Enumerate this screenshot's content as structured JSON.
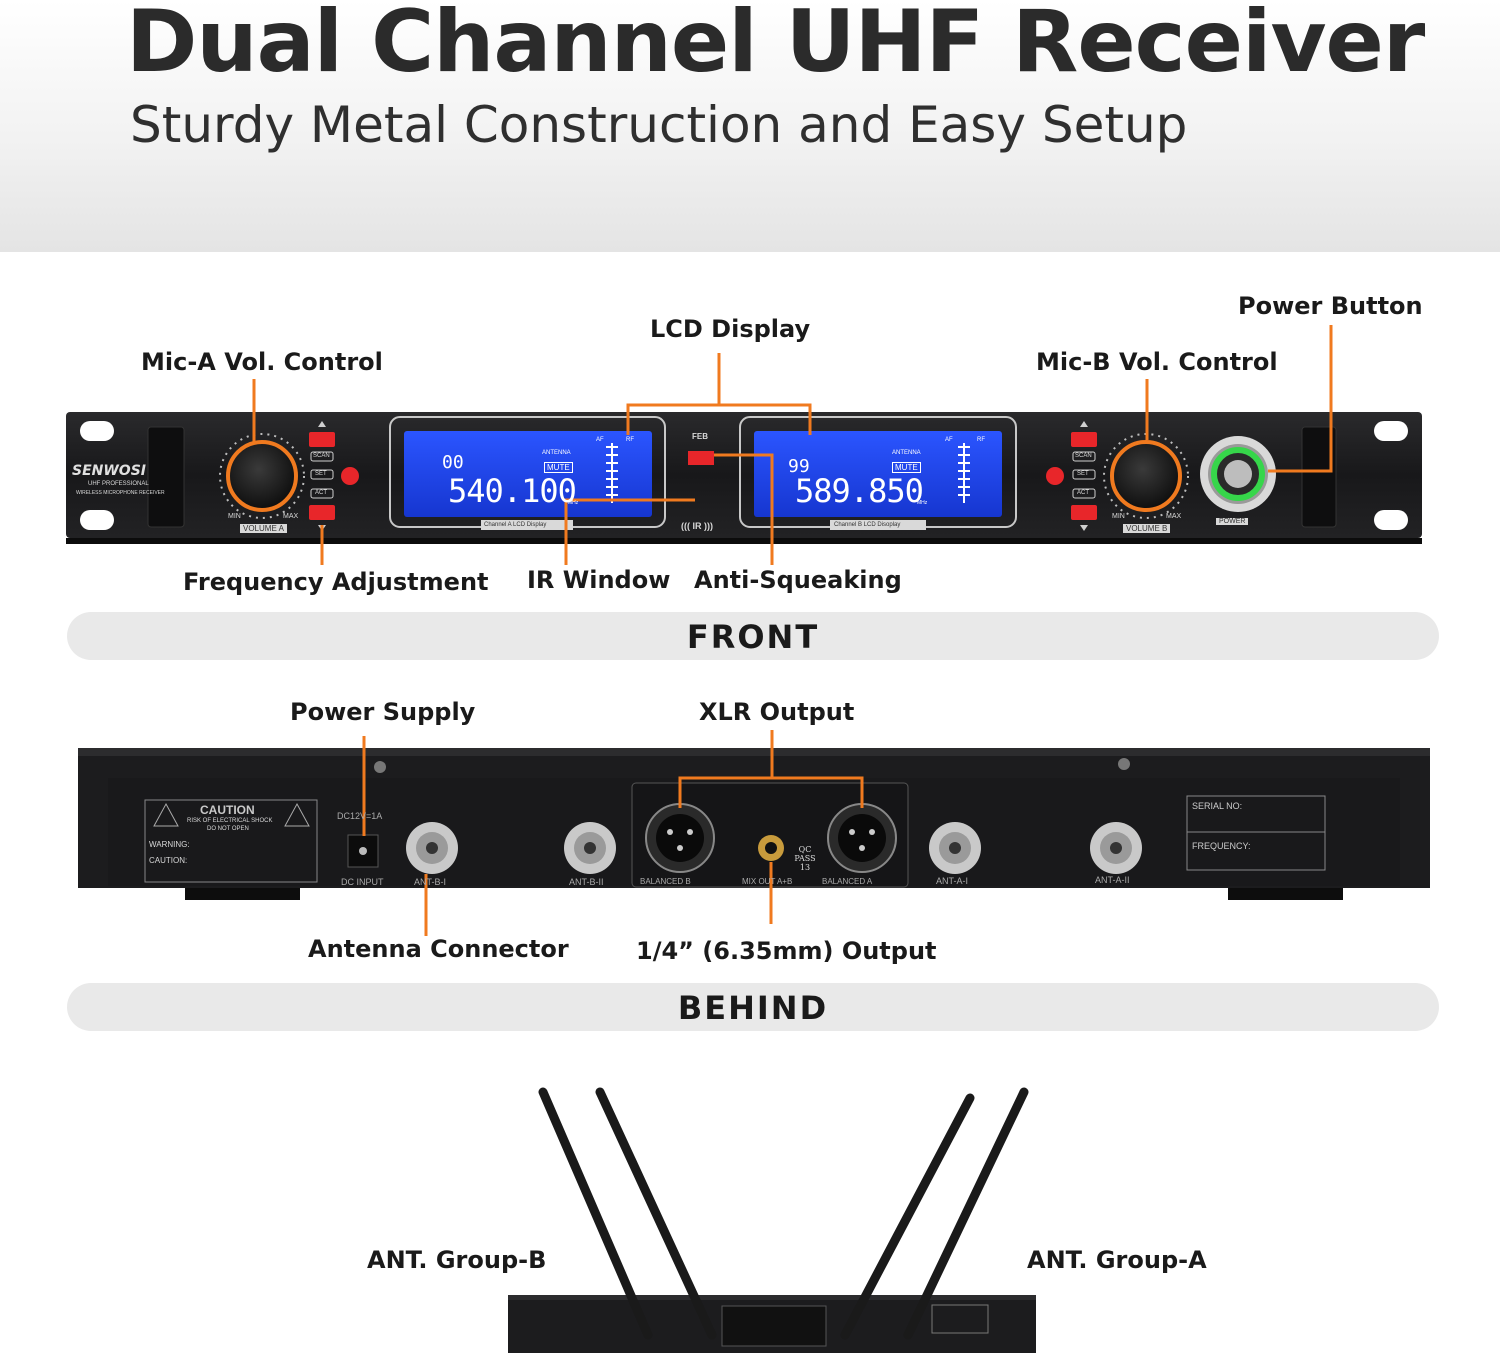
{
  "header": {
    "title": "Dual Channel UHF Receiver",
    "subtitle": "Sturdy Metal Construction and Easy Setup"
  },
  "front": {
    "section_label": "FRONT",
    "callouts": {
      "mic_a": "Mic-A Vol. Control",
      "lcd": "LCD   Display",
      "mic_b": "Mic-B Vol. Control",
      "power": "Power Button",
      "freq": "Frequency Adjustment",
      "ir": "IR Window",
      "anti": "Anti-Squeaking"
    },
    "panel": {
      "brand": "SENWOSI",
      "brand_line1": "UHF PROFESSIONAL",
      "brand_line2": "WIRELESS MICROPHONE RECEIVER",
      "volume_a": "VOLUME A",
      "volume_b": "VOLUME B",
      "min": "MIN",
      "max": "MAX",
      "scan": "SCAN",
      "set": "SET",
      "act": "ACT",
      "feb": "FEB",
      "ir_mark": "((( IR )))",
      "power_label": "POWER",
      "lcd_a": {
        "channel": "00",
        "freq": "540.100",
        "caption": "Channel A  LCD Display"
      },
      "lcd_b": {
        "channel": "99",
        "freq": "589.850",
        "caption": "Channel B  LCD Disoplay"
      },
      "antenna": "ANTENNA",
      "mute": "MUTE",
      "af": "AF",
      "rf": "RF",
      "mhz": "MHz"
    }
  },
  "behind": {
    "section_label": "BEHIND",
    "callouts": {
      "power_supply": "Power Supply",
      "xlr": "XLR Output",
      "antenna_connector": "Antenna Connector",
      "quarter_inch": "1/4” (6.35mm) Output"
    },
    "panel": {
      "caution": "CAUTION",
      "caution_sub1": "RISK OF ELECTRICAL SHOCK",
      "caution_sub2": "DO NOT OPEN",
      "warning": "WARNING:",
      "caution2": "CAUTION:",
      "dc_rating": "DC12V=1A",
      "dc_input": "DC INPUT",
      "ant_b1": "ANT-B-I",
      "ant_b2": "ANT-B-II",
      "ant_a1": "ANT-A-I",
      "ant_a2": "ANT-A-II",
      "balanced_b": "BALANCED B",
      "balanced_a": "BALANCED A",
      "mix_out": "MIX OUT A+B",
      "qc": "QC PASS 13",
      "serial": "SERIAL NO:",
      "frequency": "FREQUENCY:"
    }
  },
  "antennas": {
    "group_b": "ANT.  Group-B",
    "group_a": "ANT.  Group-A"
  },
  "colors": {
    "accent_orange": "#f07a1f",
    "lcd_blue": "#1f44e6",
    "chassis": "#1b1b1d",
    "button_red": "#e8262a",
    "power_ring_green": "#36d64a"
  }
}
